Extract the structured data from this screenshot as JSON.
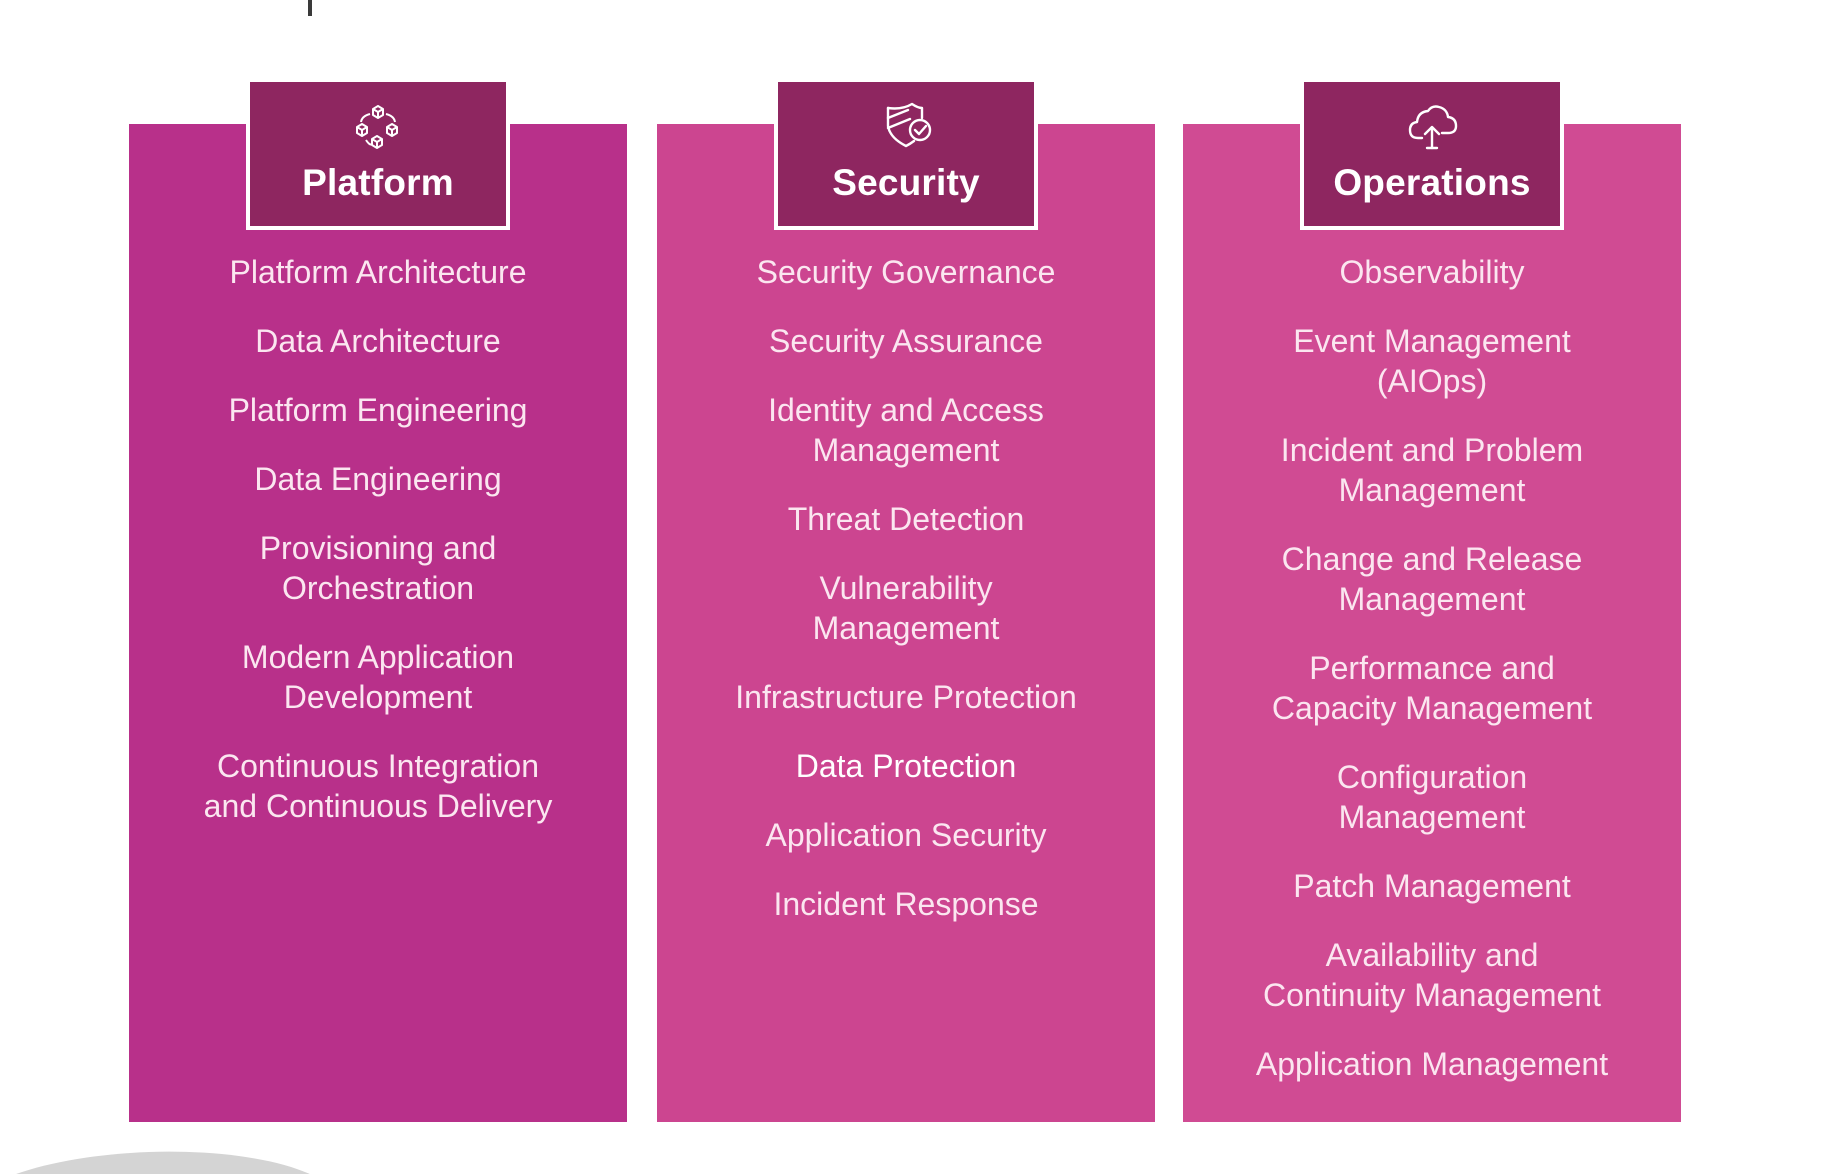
{
  "columns": [
    {
      "title": "Platform",
      "icon": "cubes-cycle-icon",
      "items": [
        "Platform Architecture",
        "Data Architecture",
        "Platform Engineering",
        "Data Engineering",
        "Provisioning and\nOrchestration",
        "Modern Application\nDevelopment",
        "Continuous Integration\nand Continuous Delivery"
      ]
    },
    {
      "title": "Security",
      "icon": "shield-check-icon",
      "items": [
        "Security Governance",
        "Security Assurance",
        "Identity and Access\nManagement",
        "Threat Detection",
        "Vulnerability\nManagement",
        "Infrastructure Protection",
        "Data Protection",
        "Application Security",
        "Incident Response"
      ]
    },
    {
      "title": "Operations",
      "icon": "cloud-upload-icon",
      "items": [
        "Observability",
        "Event Management\n(AIOps)",
        "Incident and Problem\nManagement",
        "Change and Release\nManagement",
        "Performance and\nCapacity Management",
        "Configuration\nManagement",
        "Patch Management",
        "Availability and\nContinuity Management",
        "Application Management"
      ]
    }
  ],
  "colors": {
    "platform_bg": "#b8308a",
    "security_bg": "#cc4590",
    "operations_bg": "#d04b93",
    "header_bg": "#8e2660",
    "text": "#fbe6f0"
  }
}
